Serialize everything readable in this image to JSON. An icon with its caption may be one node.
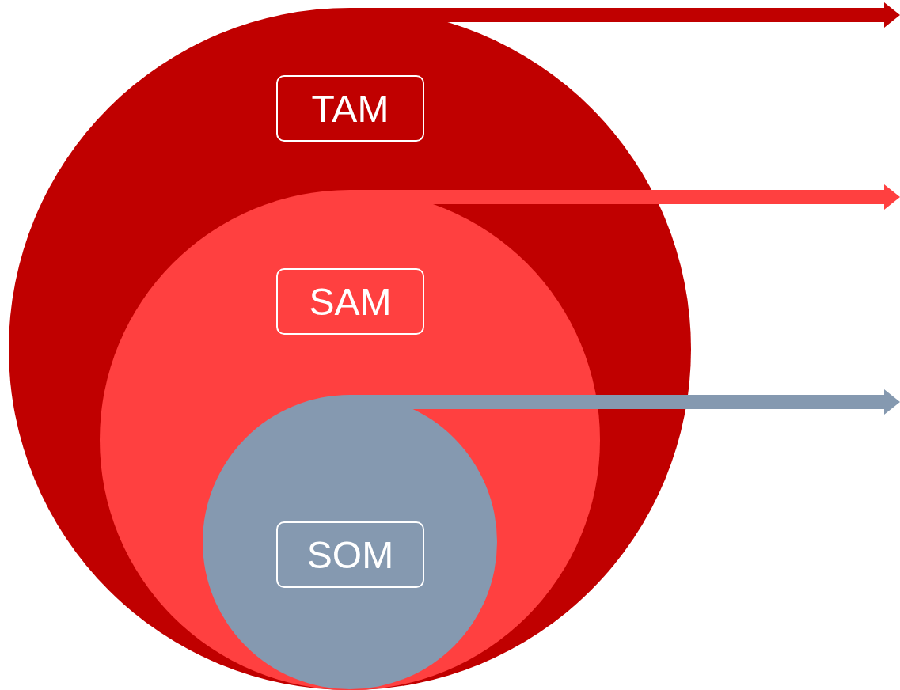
{
  "diagram": {
    "nodes": [
      {
        "text": [
          "TAM"
        ]
      },
      {
        "text": [
          "SAM"
        ],
        "in": 0
      },
      {
        "text": [
          "SOM"
        ],
        "in": 1
      }
    ],
    "edges": [
      {
        "from": 0,
        "to": null,
        "arrow": "to",
        "color": "#c00000"
      },
      {
        "from": 1,
        "to": null,
        "arrow": "to",
        "color": "#ff4040"
      },
      {
        "from": 2,
        "to": null,
        "arrow": "to",
        "color": "#8599b0"
      }
    ]
  }
}
